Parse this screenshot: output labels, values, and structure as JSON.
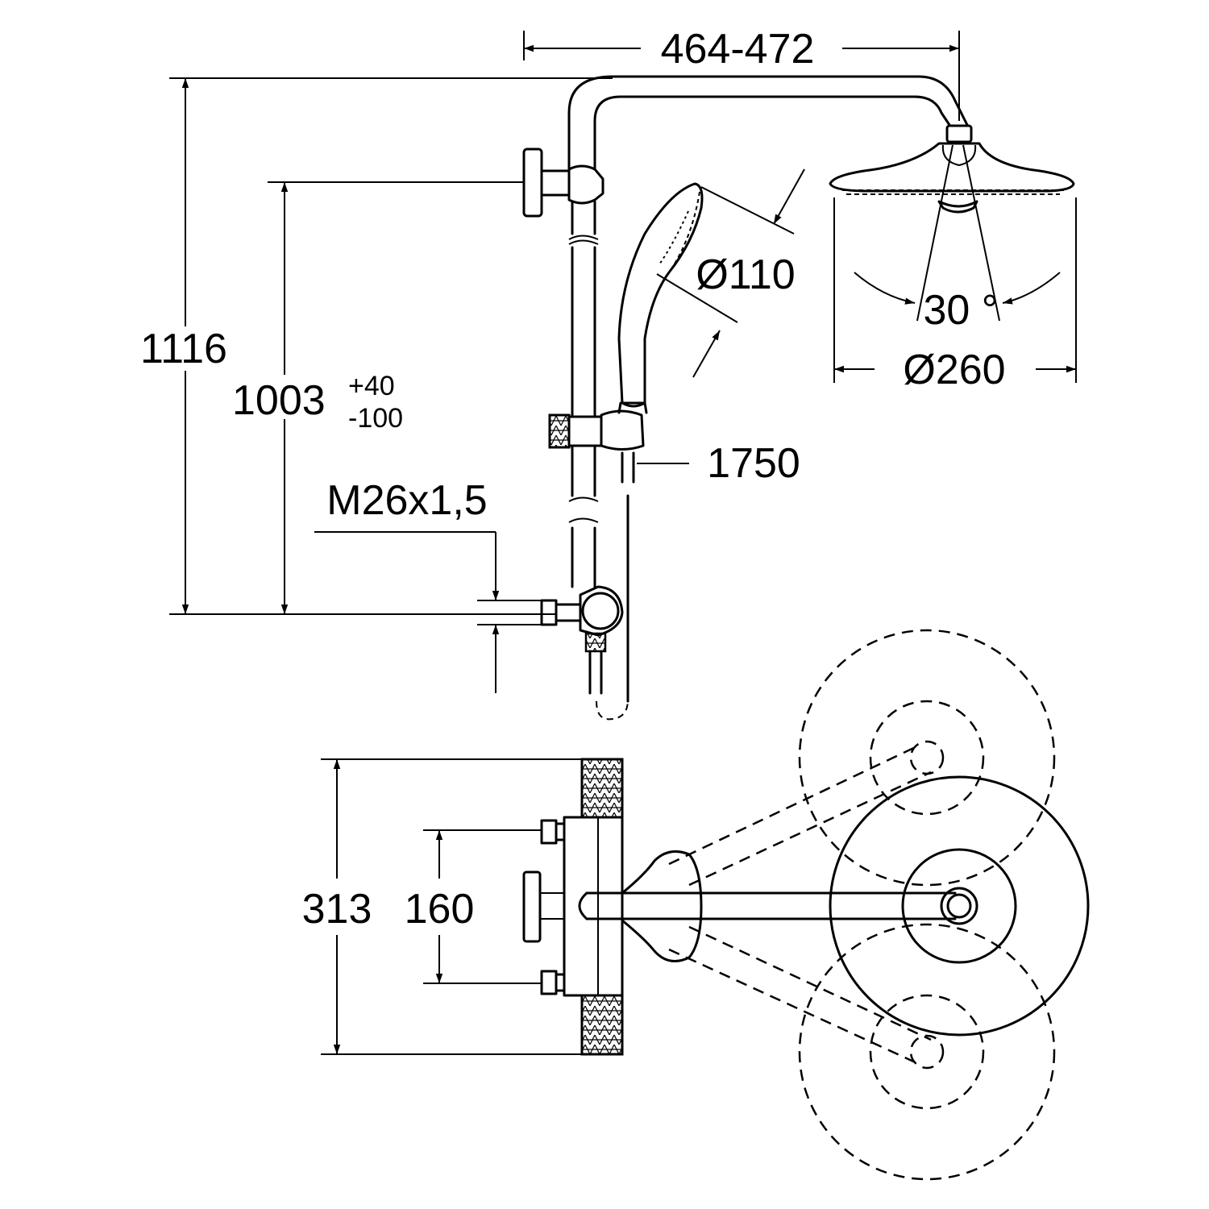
{
  "dimensions": {
    "arm_length": "464-472",
    "total_height": "1116",
    "height_adjust": "1003",
    "height_tol_plus": "+40",
    "height_tol_minus": "-100",
    "hand_shower_diameter": "Ø110",
    "spray_angle": "30 °",
    "head_diameter": "Ø260",
    "hose_length": "1750",
    "thread": "M26x1,5",
    "depth_total": "313",
    "depth_inlet": "160"
  },
  "colors": {
    "line": "#000000",
    "background": "#ffffff"
  }
}
